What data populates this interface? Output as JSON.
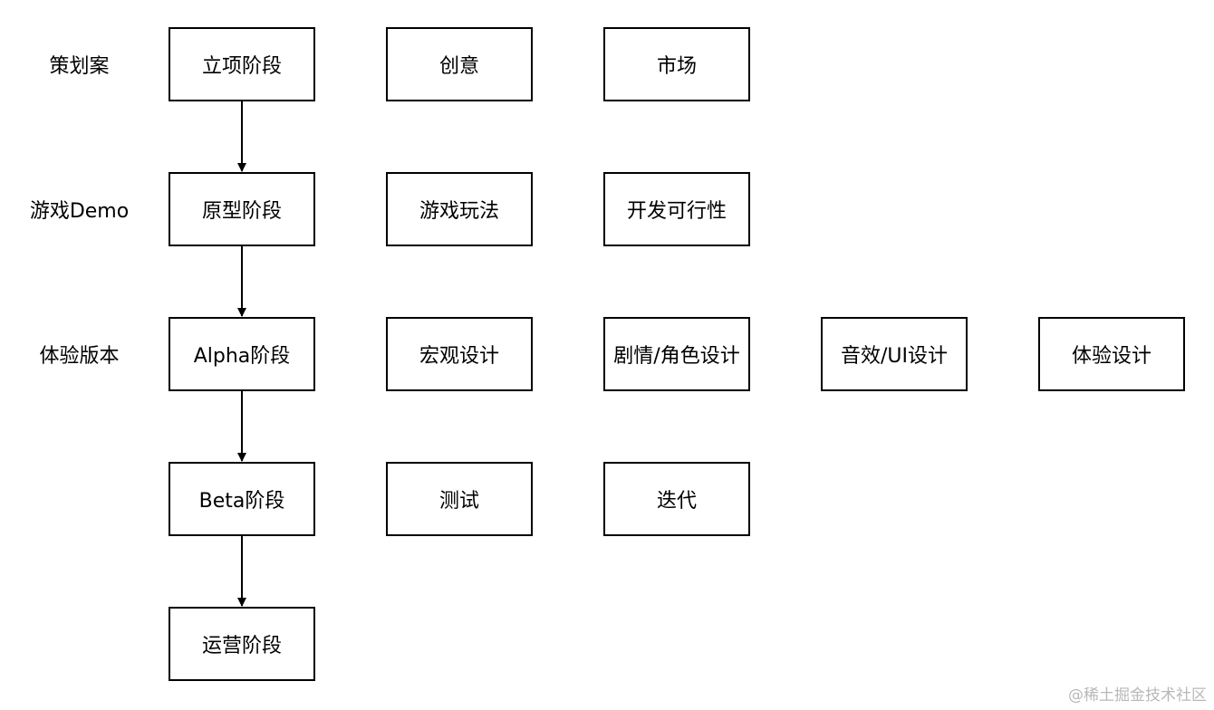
{
  "rows": [
    {
      "label": "策划案",
      "stage": "立项阶段",
      "items": [
        "创意",
        "市场"
      ]
    },
    {
      "label": "游戏Demo",
      "stage": "原型阶段",
      "items": [
        "游戏玩法",
        "开发可行性"
      ]
    },
    {
      "label": "体验版本",
      "stage": "Alpha阶段",
      "items": [
        "宏观设计",
        "剧情/角色设计",
        "音效/UI设计",
        "体验设计"
      ]
    },
    {
      "label": "",
      "stage": "Beta阶段",
      "items": [
        "测试",
        "迭代"
      ]
    },
    {
      "label": "",
      "stage": "运营阶段",
      "items": []
    }
  ],
  "watermark": "@稀土掘金技术社区",
  "colors": {
    "line": "#000000",
    "watermark": "#b8b8b8"
  }
}
